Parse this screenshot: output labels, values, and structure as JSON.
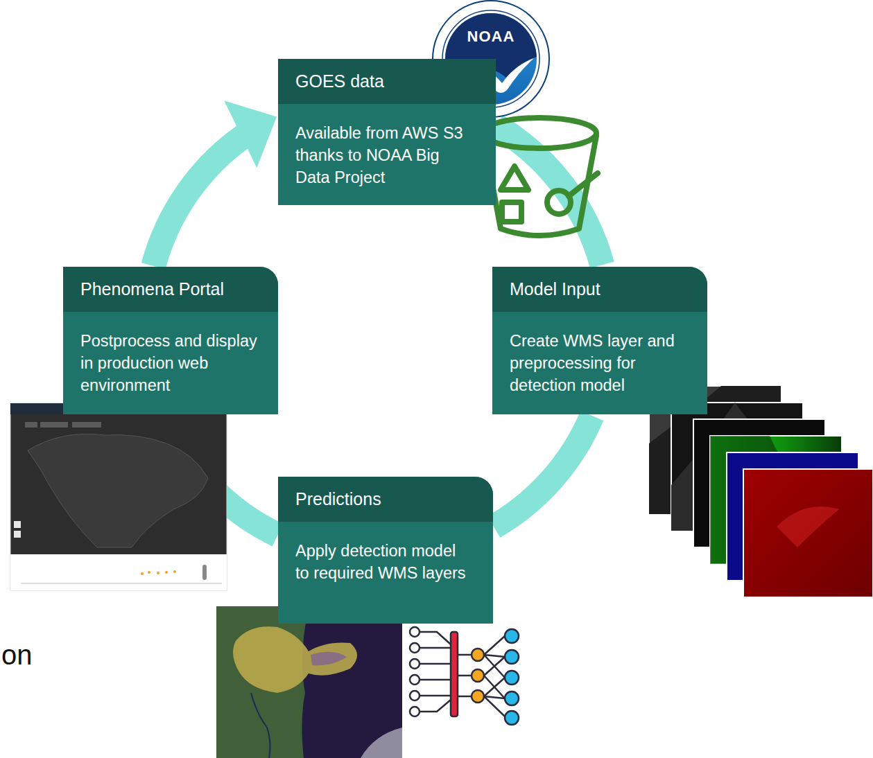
{
  "diagram": {
    "nodes": [
      {
        "text": [
          "GOES data",
          "Available from AWS S3 thanks to NOAA Big Data Project"
        ]
      },
      {
        "text": [
          "Phenomena Portal",
          "Postprocess and display in production web environment"
        ]
      },
      {
        "text": [
          "Model Input",
          "Create WMS layer and preprocessing for detection model"
        ]
      },
      {
        "text": [
          "Predictions",
          "Apply detection model to required WMS layers"
        ]
      }
    ],
    "edges": [
      {
        "from": 0,
        "to": 2,
        "arrow": "none"
      },
      {
        "from": 2,
        "to": 3,
        "arrow": "none"
      },
      {
        "from": 3,
        "to": 1,
        "arrow": "none"
      },
      {
        "from": 1,
        "to": 0,
        "arrow": "to"
      }
    ],
    "labels": [
      "NOAA",
      "on"
    ]
  }
}
